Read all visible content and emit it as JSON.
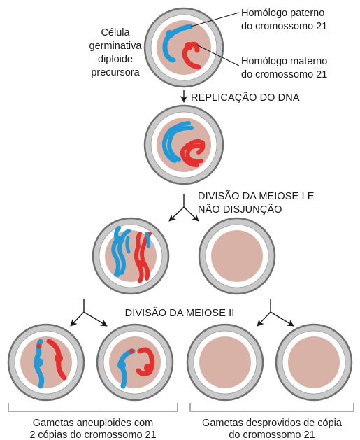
{
  "labels": {
    "precursor_cell": [
      "Célula",
      "germinativa",
      "diploide",
      "precursora"
    ],
    "paternal_homolog": [
      "Homólogo paterno",
      "do cromossomo 21"
    ],
    "maternal_homolog": [
      "Homólogo materno",
      "do cromossomo 21"
    ],
    "dna_replication": "REPLICAÇÃO DO DNA",
    "meiosis_one": [
      "DIVISÃO DA MEIOSE I E",
      "NÃO DISJUNÇÃO"
    ],
    "meiosis_two": "DIVISÃO DA MEIOSE II",
    "aneuploid_gametes": [
      "Gametas aneuploides com",
      "2 cópias do cromossomo 21"
    ],
    "nullisomic_gametes": [
      "Gametas desprovidos de cópia",
      "do cromossomo 21"
    ]
  },
  "colors": {
    "paternal": "#1f9ad6",
    "maternal": "#e2312e",
    "nucleus": "#d9b2a7",
    "cell_wall": "#c9c9c9"
  }
}
